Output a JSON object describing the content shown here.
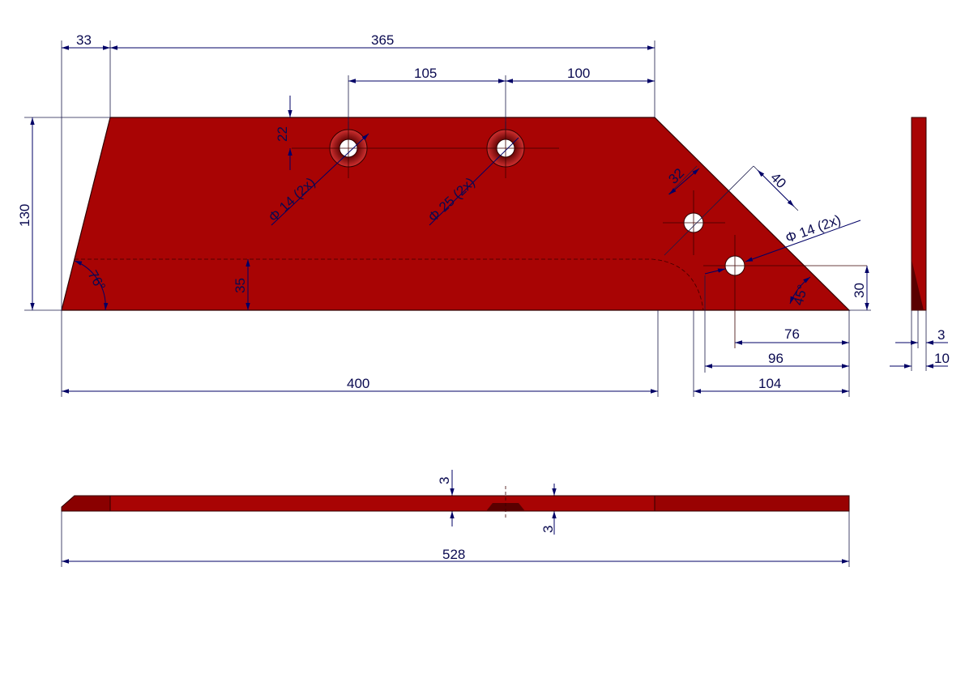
{
  "colors": {
    "part": "#a80404",
    "part_dark": "#8a0000",
    "dimension": "#000066"
  },
  "dimensions": {
    "top_offset": "33",
    "top_length": "365",
    "hole_spacing": "105",
    "hole_to_edge": "100",
    "hole_vertical": "22",
    "height": "130",
    "angle_left": "76°",
    "dashed_height": "35",
    "countersink_small": "Φ 14 (2x)",
    "countersink_large": "Φ 25 (2x)",
    "offset_32": "32",
    "offset_40": "40",
    "small_holes": "Φ 14 (2x)",
    "angle_right": "45°",
    "right_height": "30",
    "dist_76": "76",
    "dist_96": "96",
    "dist_104": "104",
    "base_length": "400",
    "thickness_3": "3",
    "thickness_10": "10",
    "section_top": "3",
    "section_bottom": "3",
    "total_length": "528"
  }
}
